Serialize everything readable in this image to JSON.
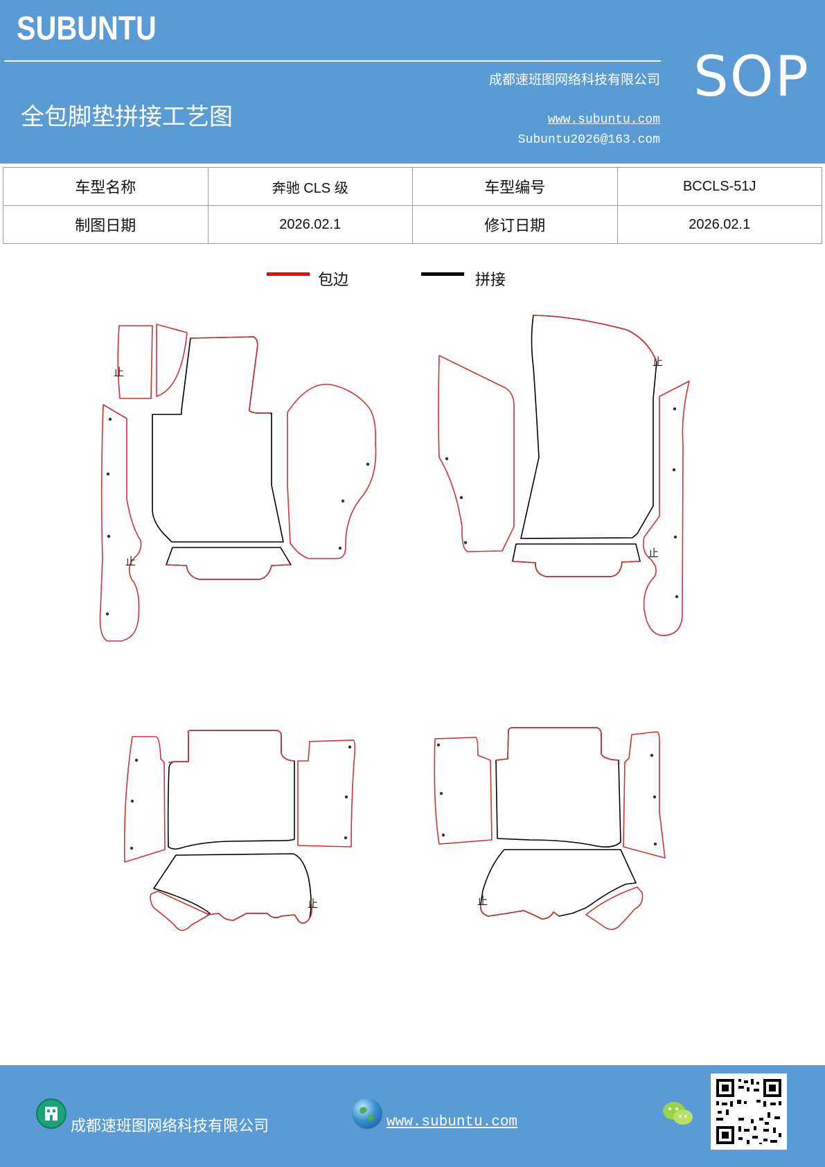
{
  "header": {
    "brand": "SUBUNTU",
    "company": "成都速班图网络科技有限公司",
    "title": "全包脚垫拼接工艺图",
    "website": "www.subuntu.com",
    "email": "Subuntu2026@163.com",
    "doc_type": "SOP",
    "background_color": "#5b9bd5"
  },
  "info_table": {
    "rows": [
      [
        "车型名称",
        "奔驰 CLS 级",
        "车型编号",
        "BCCLS-51J"
      ],
      [
        "制图日期",
        "2026.02.1",
        "修订日期",
        "2026.02.1"
      ]
    ]
  },
  "legend": {
    "items": [
      {
        "label": "包边",
        "color": "#ff0000"
      },
      {
        "label": "拼接",
        "color": "#000000"
      }
    ]
  },
  "drawing": {
    "stop_mark": "止",
    "edge_color": "#cc3333",
    "seam_color": "#000000"
  },
  "footer": {
    "company": "成都速班图网络科技有限公司",
    "website": "www.subuntu.com ",
    "icons": [
      "building-icon",
      "globe-icon",
      "wechat-icon",
      "qr-code"
    ]
  }
}
